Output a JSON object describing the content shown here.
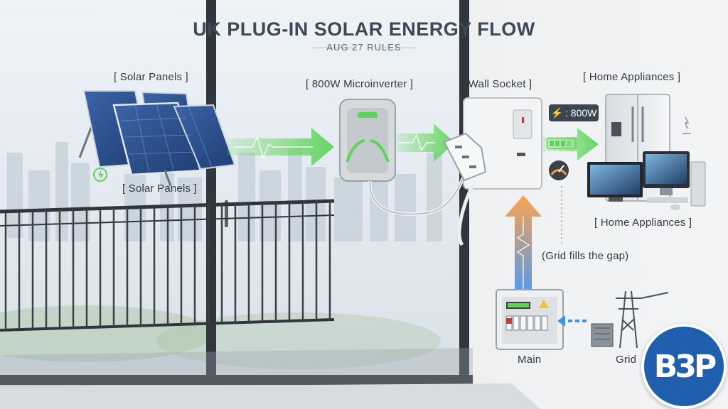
{
  "title": "UK PLUG-IN SOLAR ENERGY FLOW",
  "subtitle": "AUG 27 RULES",
  "labels": {
    "solar_panels_top": "[ Solar Panels ]",
    "solar_panels_bottom": "[ Solar Panels ]",
    "microinverter": "[ 800W Microinverter ]",
    "wall_socket": "[ Wall Socket ]",
    "home_appliances_top": "[ Home Appliances ]",
    "home_appliances_bottom": "[ Home Appliances ]",
    "grid_note": "(Grid fills the gap)",
    "main": "Main",
    "grid": "Grid"
  },
  "power_badge": {
    "icon": "lightning-bolt-icon",
    "value": ": 800W"
  },
  "logo": {
    "text": "B3P"
  },
  "colors": {
    "solar_flow": "#5fd35a",
    "grid_flow_top": "#ff9a3c",
    "grid_flow_bottom": "#3d8ff0",
    "logo": "#1f5fae",
    "title": "#3c4a57"
  }
}
